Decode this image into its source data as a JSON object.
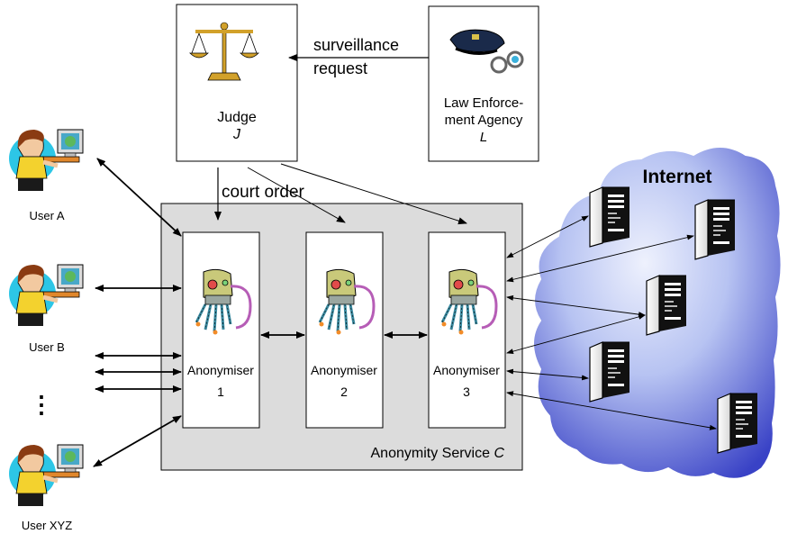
{
  "judge": {
    "title": "Judge",
    "var": "J"
  },
  "lea": {
    "line1": "Law Enforce-",
    "line2": "ment Agency",
    "var": "L"
  },
  "request_label": {
    "line1": "surveillance",
    "line2": "request"
  },
  "court_order": "court order",
  "service": {
    "label": "Anonymity Service ",
    "var": "C"
  },
  "internet": "Internet",
  "anonymisers": [
    {
      "name": "Anonymiser",
      "num": "1"
    },
    {
      "name": "Anonymiser",
      "num": "2"
    },
    {
      "name": "Anonymiser",
      "num": "3"
    }
  ],
  "users": [
    "User A",
    "User B",
    "User XYZ"
  ],
  "ellipsis": "⋮",
  "colors": {
    "service_bg": "#dcdcdc",
    "cloud_light": "#cfd8f6",
    "cloud_dark": "#3b46c8"
  },
  "icons": [
    "scales-of-justice-icon",
    "police-cap-handcuffs-icon",
    "user-at-computer-icon",
    "robot-anonymiser-icon",
    "server-tower-icon"
  ]
}
